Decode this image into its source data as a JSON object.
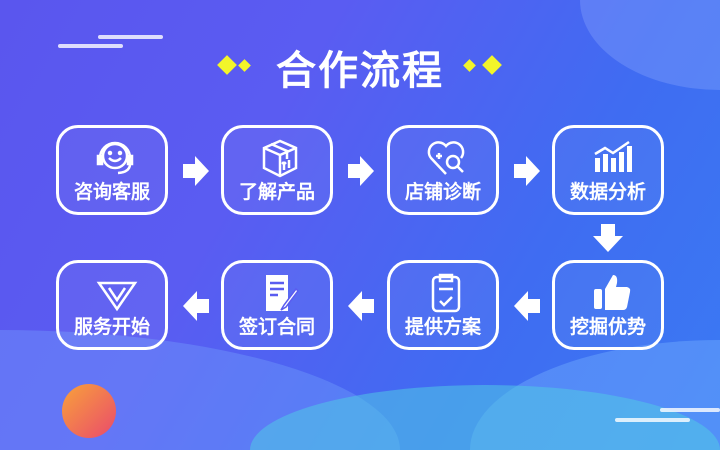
{
  "title": "合作流程",
  "steps": [
    {
      "label": "咨询客服",
      "icon": "headset-smiley-icon"
    },
    {
      "label": "了解产品",
      "icon": "package-box-icon"
    },
    {
      "label": "店铺诊断",
      "icon": "heart-search-icon"
    },
    {
      "label": "数据分析",
      "icon": "bar-chart-icon"
    },
    {
      "label": "挖掘优势",
      "icon": "thumbs-up-icon"
    },
    {
      "label": "提供方案",
      "icon": "clipboard-check-icon"
    },
    {
      "label": "签订合同",
      "icon": "document-pen-icon"
    },
    {
      "label": "服务开始",
      "icon": "diamond-icon"
    }
  ],
  "colors": {
    "accent": "#f2f52a",
    "text": "#ffffff"
  }
}
